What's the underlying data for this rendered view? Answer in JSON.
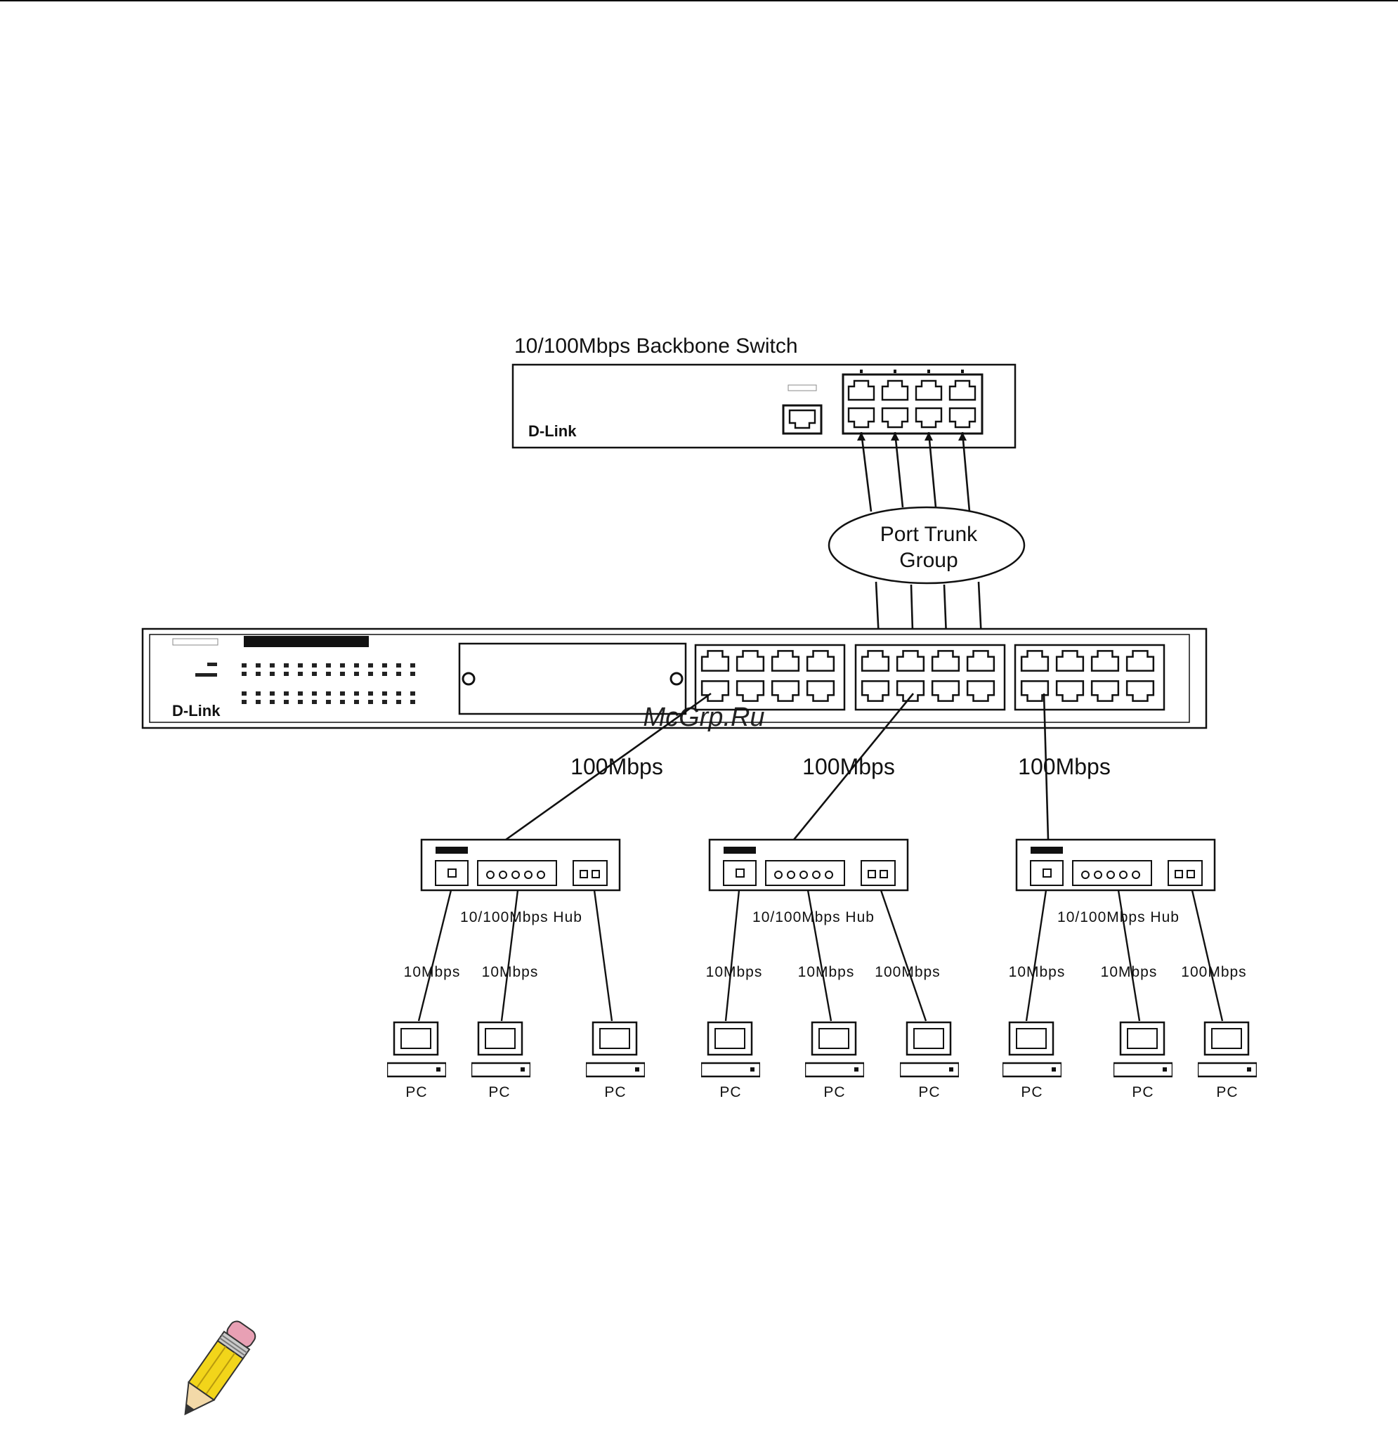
{
  "backbone_switch": {
    "title": "10/100Mbps Backbone Switch",
    "brand": "D-Link"
  },
  "trunk": {
    "line1": "Port Trunk",
    "line2": "Group"
  },
  "main_switch": {
    "brand": "D-Link"
  },
  "links": {
    "uplink_speed": "100Mbps"
  },
  "hubs": [
    {
      "label": "10/100Mbps Hub",
      "pc_links": [
        "10Mbps",
        "10Mbps",
        ""
      ]
    },
    {
      "label": "10/100Mbps Hub",
      "pc_links": [
        "10Mbps",
        "10Mbps",
        "100Mbps"
      ]
    },
    {
      "label": "10/100Mbps Hub",
      "pc_links": [
        "10Mbps",
        "10Mbps",
        "100Mbps"
      ]
    }
  ],
  "pc_label": "PC",
  "watermark": "McGrp.Ru",
  "icons": {
    "note": "pencil-note-icon"
  }
}
